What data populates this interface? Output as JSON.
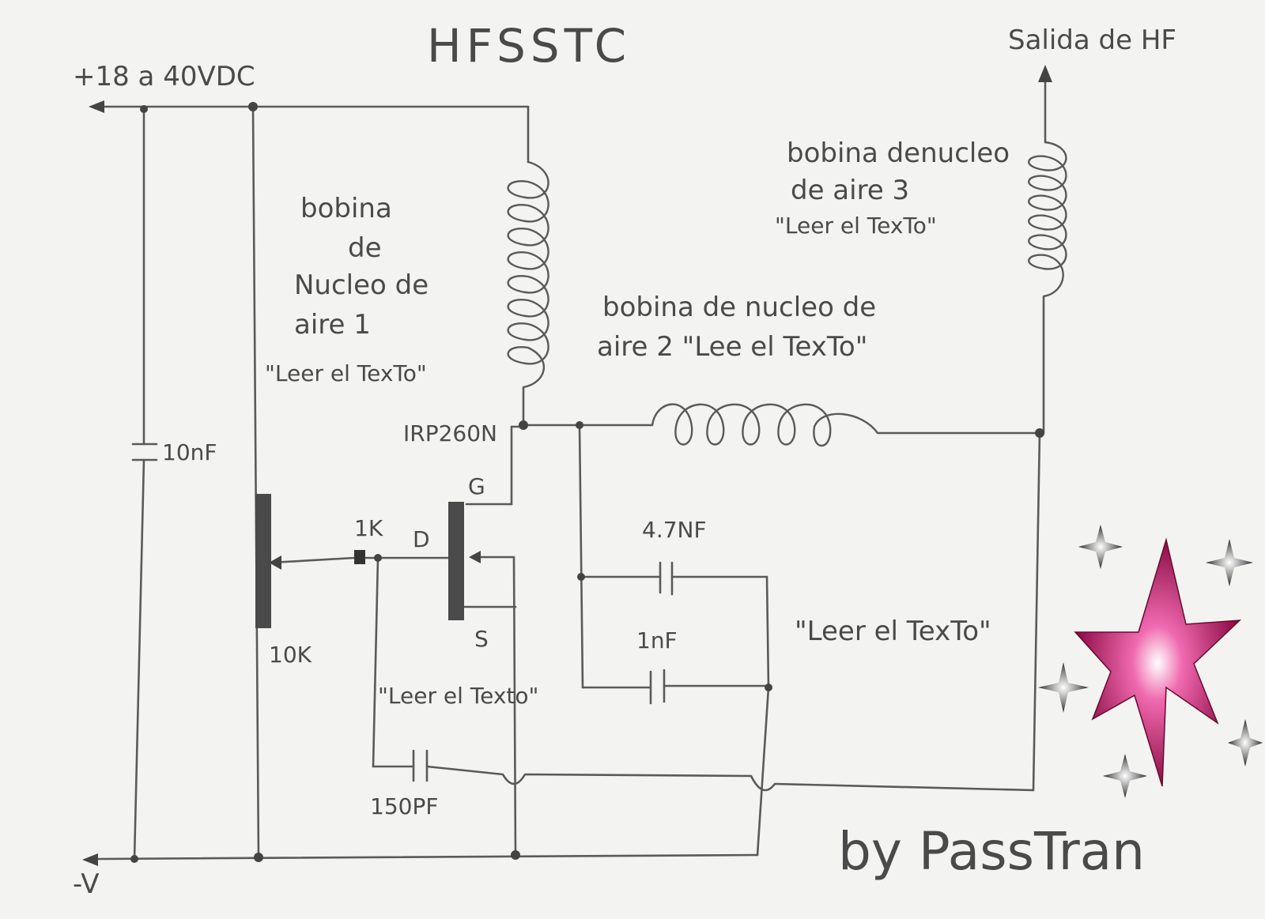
{
  "title": "HFSSTC",
  "supply": {
    "positive": "+18 a 40VDC",
    "negative": "-V"
  },
  "output": "Salida de HF",
  "coil1": {
    "lines": [
      "bobina",
      "de",
      "Nucleo de",
      "aire 1",
      "\"Leer el TexTo\""
    ]
  },
  "coil2": {
    "lines": [
      "bobina de nucleo de",
      "aire 2  \"Lee el TexTo\""
    ]
  },
  "coil3": {
    "lines": [
      "bobina denucleo",
      "de aire 3",
      "\"Leer el TexTo\""
    ]
  },
  "components": {
    "cap_supply": "10nF",
    "pot": "10K",
    "resistor": "1K",
    "transistor": "IRP260N",
    "pin_g": "G",
    "pin_d": "D",
    "pin_s": "S",
    "cap_a": "4.7NF",
    "cap_b": "1nF",
    "cap_c": "150PF"
  },
  "notes": {
    "right": "\"Leer el TexTo\"",
    "bottom": "\"Leer el Texto\""
  },
  "signature": "by PassTran",
  "colors": {
    "ink": "#5a5a5a",
    "paper": "#f3f3f1",
    "star": "#e8338a"
  }
}
